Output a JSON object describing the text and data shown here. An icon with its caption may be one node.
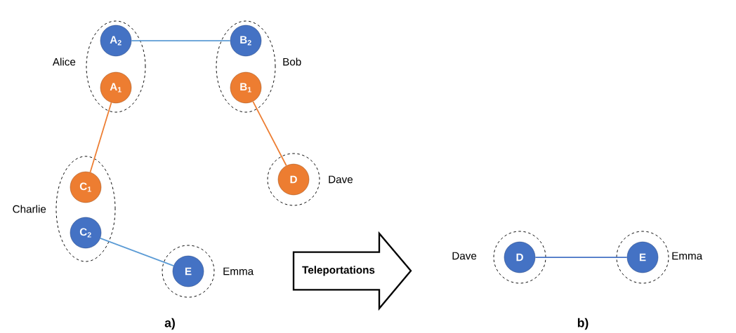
{
  "diagram": {
    "nodes": [
      {
        "text": [
          "Alice"
        ]
      },
      {
        "text": [
          "A$_{2}$"
        ],
        "in": 0
      },
      {
        "text": [
          "A$_{1}$"
        ],
        "in": 0
      },
      {
        "text": [
          "Bob"
        ]
      },
      {
        "text": [
          "B$_{2}$"
        ],
        "in": 3
      },
      {
        "text": [
          "B$_{1}$"
        ],
        "in": 3
      },
      {
        "text": [
          "Charlie"
        ]
      },
      {
        "text": [
          "C$_{1}$"
        ],
        "in": 6
      },
      {
        "text": [
          "C$_{2}$"
        ],
        "in": 6
      },
      {
        "text": [
          "Dave"
        ]
      },
      {
        "text": [
          "D"
        ],
        "in": 9
      },
      {
        "text": [
          "Emma"
        ]
      },
      {
        "text": [
          "E"
        ],
        "in": 11
      },
      {
        "text": [
          "Teleportations"
        ]
      },
      {
        "text": [
          "Dave"
        ]
      },
      {
        "text": [
          "D"
        ],
        "in": 14
      },
      {
        "text": [
          "Emma"
        ]
      },
      {
        "text": [
          "E"
        ],
        "in": 16
      }
    ],
    "edges": [
      {
        "from": 1,
        "to": 4,
        "arrow": "none",
        "color": "#5b9bd5"
      },
      {
        "from": 2,
        "to": 7,
        "arrow": "none",
        "color": "#ed7d31"
      },
      {
        "from": 5,
        "to": 10,
        "arrow": "none",
        "color": "#ed7d31"
      },
      {
        "from": 8,
        "to": 12,
        "arrow": "none",
        "color": "#5b9bd5"
      },
      {
        "from": 15,
        "to": 17,
        "arrow": "none",
        "color": "#4472c4"
      }
    ],
    "labels": [
      "a)",
      "b)"
    ]
  }
}
